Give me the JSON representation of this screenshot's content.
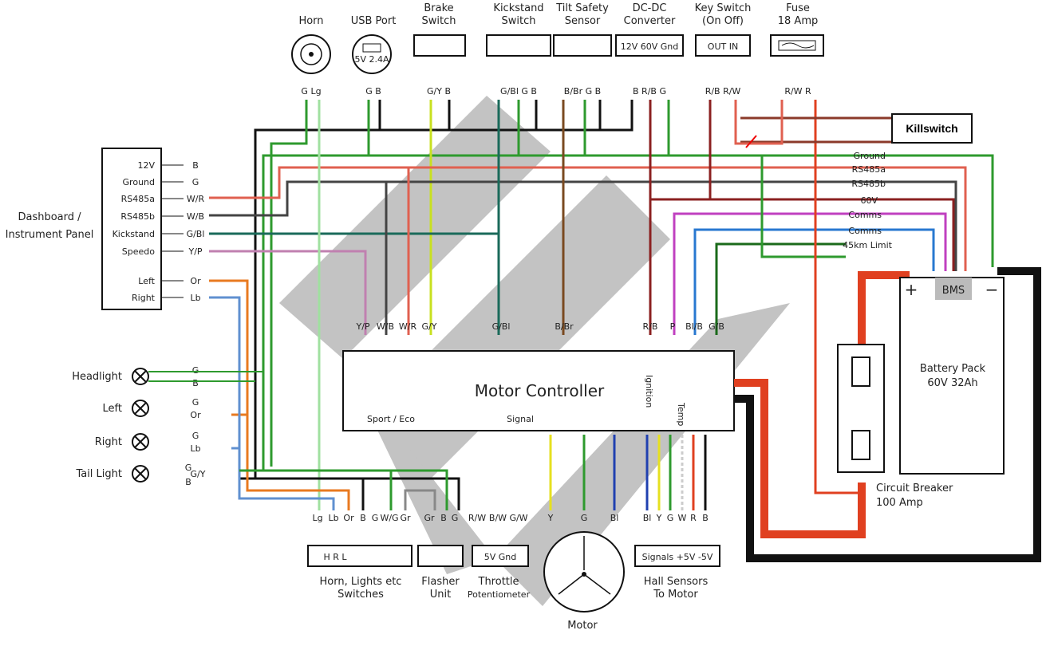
{
  "components": {
    "horn": "Horn",
    "usb_port": "USB Port",
    "usb_rating": "5V 2.4A",
    "brake_switch": [
      "Brake",
      "Switch"
    ],
    "kickstand_switch": [
      "Kickstand",
      "Switch"
    ],
    "tilt_sensor": [
      "Tilt Safety",
      "Sensor"
    ],
    "dcdc": [
      "DC-DC",
      "Converter"
    ],
    "dcdc_pins": "12V 60V Gnd",
    "key_switch": [
      "Key Switch",
      "(On Off)"
    ],
    "key_pins": "OUT   IN",
    "fuse": [
      "Fuse",
      "18 Amp"
    ],
    "killswitch": "Killswitch",
    "dashboard": [
      "Dashboard /",
      "Instrument Panel"
    ],
    "motor_controller": "Motor Controller",
    "sport_eco": "Sport / Eco",
    "signal": "Signal",
    "ignition": "Ignition",
    "temp": "Temp",
    "bms": "BMS",
    "plus": "+",
    "minus": "−",
    "battery": [
      "Battery Pack",
      "60V 32Ah"
    ],
    "breaker": [
      "Circuit Breaker",
      "100 Amp"
    ],
    "switches_box": "H  R  L",
    "switches": [
      "Horn, Lights etc",
      "Switches"
    ],
    "flasher": [
      "Flasher",
      "Unit"
    ],
    "throttle_box": "5V Gnd",
    "throttle": [
      "Throttle",
      "Potentiometer"
    ],
    "motor": "Motor",
    "hall_box": "Signals  +5V -5V",
    "hall": [
      "Hall Sensors",
      "To Motor"
    ],
    "headlight": "Headlight",
    "left": "Left",
    "right": "Right",
    "tail": "Tail Light"
  },
  "top_pins": {
    "horn": "G Lg",
    "usb": "G B",
    "brake": "G/Y  B",
    "kick": "G/Bl G  B",
    "tilt": "B/Br G  B",
    "dcdc": "B  R/B  G",
    "key": "R/B  R/W",
    "fuse": "R/W    R"
  },
  "dash_rows": [
    {
      "label": "12V",
      "wire": "B"
    },
    {
      "label": "Ground",
      "wire": "G"
    },
    {
      "label": "RS485a",
      "wire": "W/R"
    },
    {
      "label": "RS485b",
      "wire": "W/B"
    },
    {
      "label": "Kickstand",
      "wire": "G/Bl"
    },
    {
      "label": "Speedo",
      "wire": "Y/P"
    },
    {
      "label": "Left",
      "wire": "Or"
    },
    {
      "label": "Right",
      "wire": "Lb"
    }
  ],
  "bus_labels": [
    "Ground",
    "RS485a",
    "RS485b",
    "60V",
    "Comms",
    "Comms",
    "45km Limit"
  ],
  "ctrl_top_pins": [
    "Y/P",
    "W/B",
    "W/R",
    "G/Y",
    "G/Bl",
    "B/Br",
    "R/B",
    "P",
    "Bl/B",
    "G/B"
  ],
  "ctrl_bottom_pins": [
    "Lg",
    "Lb",
    "Or",
    "B",
    "G",
    "W/G",
    "Gr",
    "Gr",
    "B",
    "G",
    "R/W",
    "B/W",
    "G/W",
    "Y",
    "G",
    "Bl",
    "Bl",
    "Y",
    "G",
    "W",
    "R",
    "B"
  ],
  "lamp_wires": {
    "headlight": [
      "G",
      "B"
    ],
    "left": [
      "G",
      "Or"
    ],
    "right": [
      "G",
      "Lb"
    ],
    "tail": [
      "G",
      "G/Y",
      "B"
    ]
  },
  "colors": {
    "ground": "#2e9a2e",
    "black": "#111111",
    "red": "#e04020",
    "brown": "#8b3a2a",
    "purple": "#c040c0",
    "blue": "#2878d0",
    "yellow": "#e6e020",
    "watermark": "#b9b9b9"
  }
}
